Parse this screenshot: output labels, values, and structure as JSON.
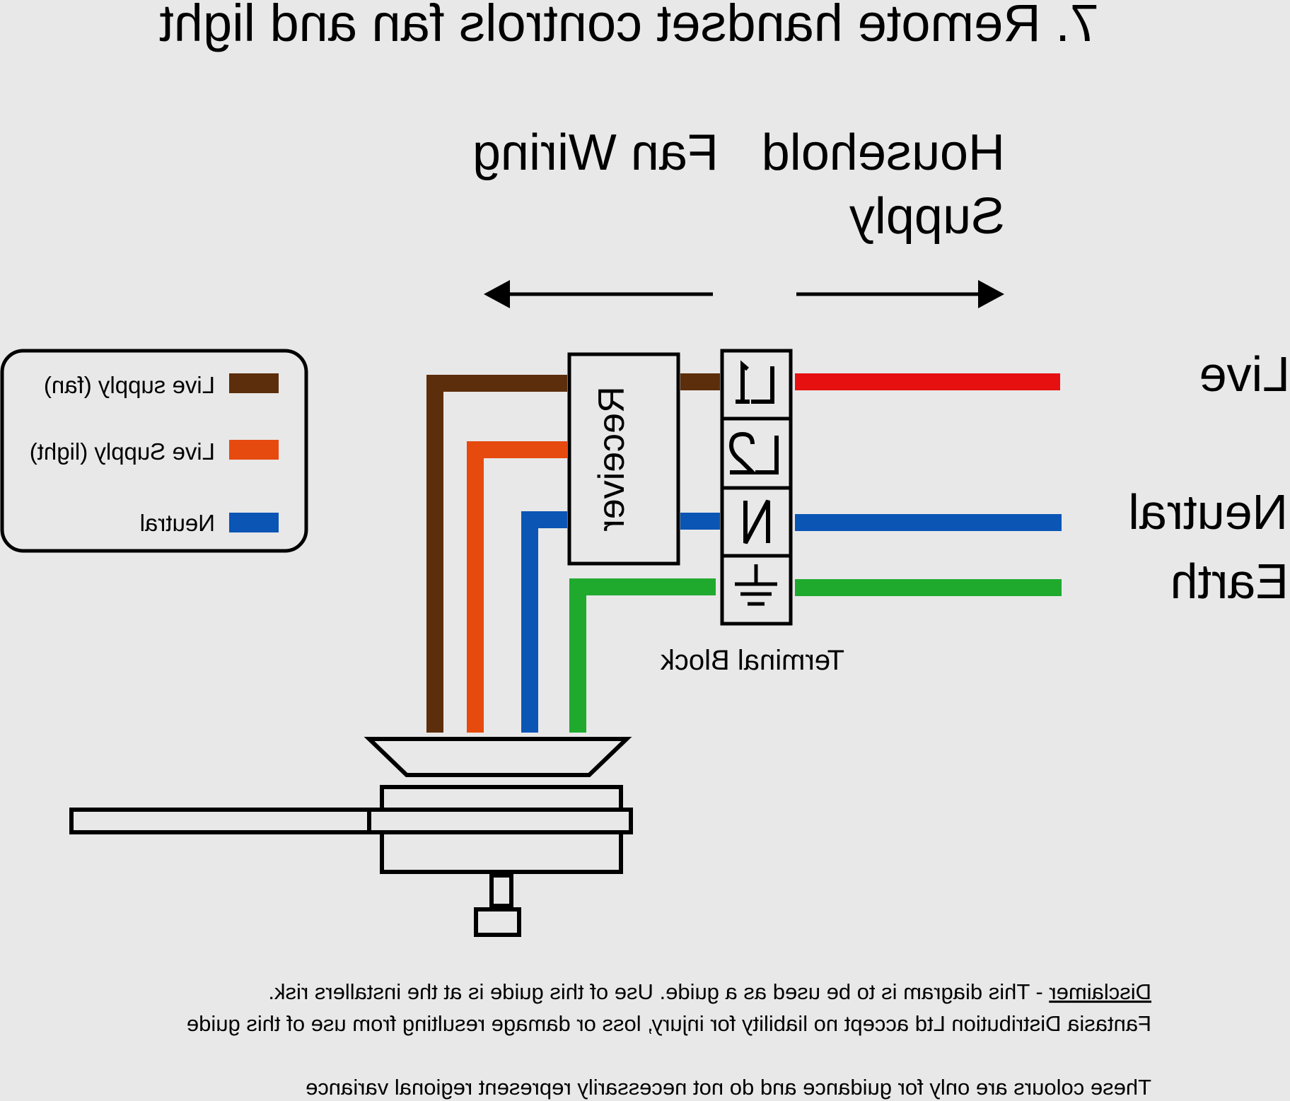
{
  "title": "7. Remote handset controls fan and light",
  "labels": {
    "fan_wiring": "Fan Wiring",
    "household_line1": "Household",
    "household_line2": "Supply",
    "receiver": "Receiver",
    "terminal_block": "Terminal Block",
    "live": "Live",
    "neutral": "Neutral",
    "earth": "Earth"
  },
  "terminals": [
    "L1",
    "L2",
    "N",
    "earth"
  ],
  "legend": [
    {
      "label": "Live supply (fan)",
      "color": "#5c2e0c"
    },
    {
      "label": "Live Supply (light)",
      "color": "#e64a0f"
    },
    {
      "label": "Neutral",
      "color": "#0b55b5"
    }
  ],
  "wire_colors": {
    "live": "#e61010",
    "neutral": "#0b55b5",
    "earth": "#1faa2e",
    "fan_live": "#5c2e0c",
    "light_live": "#e64a0f"
  },
  "disclaimer": {
    "heading": "Disclaimer",
    "line1_rest": " - This diagram is to be used as a guide.  Use of this guide is at the installers risk.",
    "line2": "Fantasia Distribution Ltd accept no liability for injury, loss or damage resulting from use of this guide",
    "line3": "These colours are only for guidance and do not necessarily represent regional variance"
  }
}
